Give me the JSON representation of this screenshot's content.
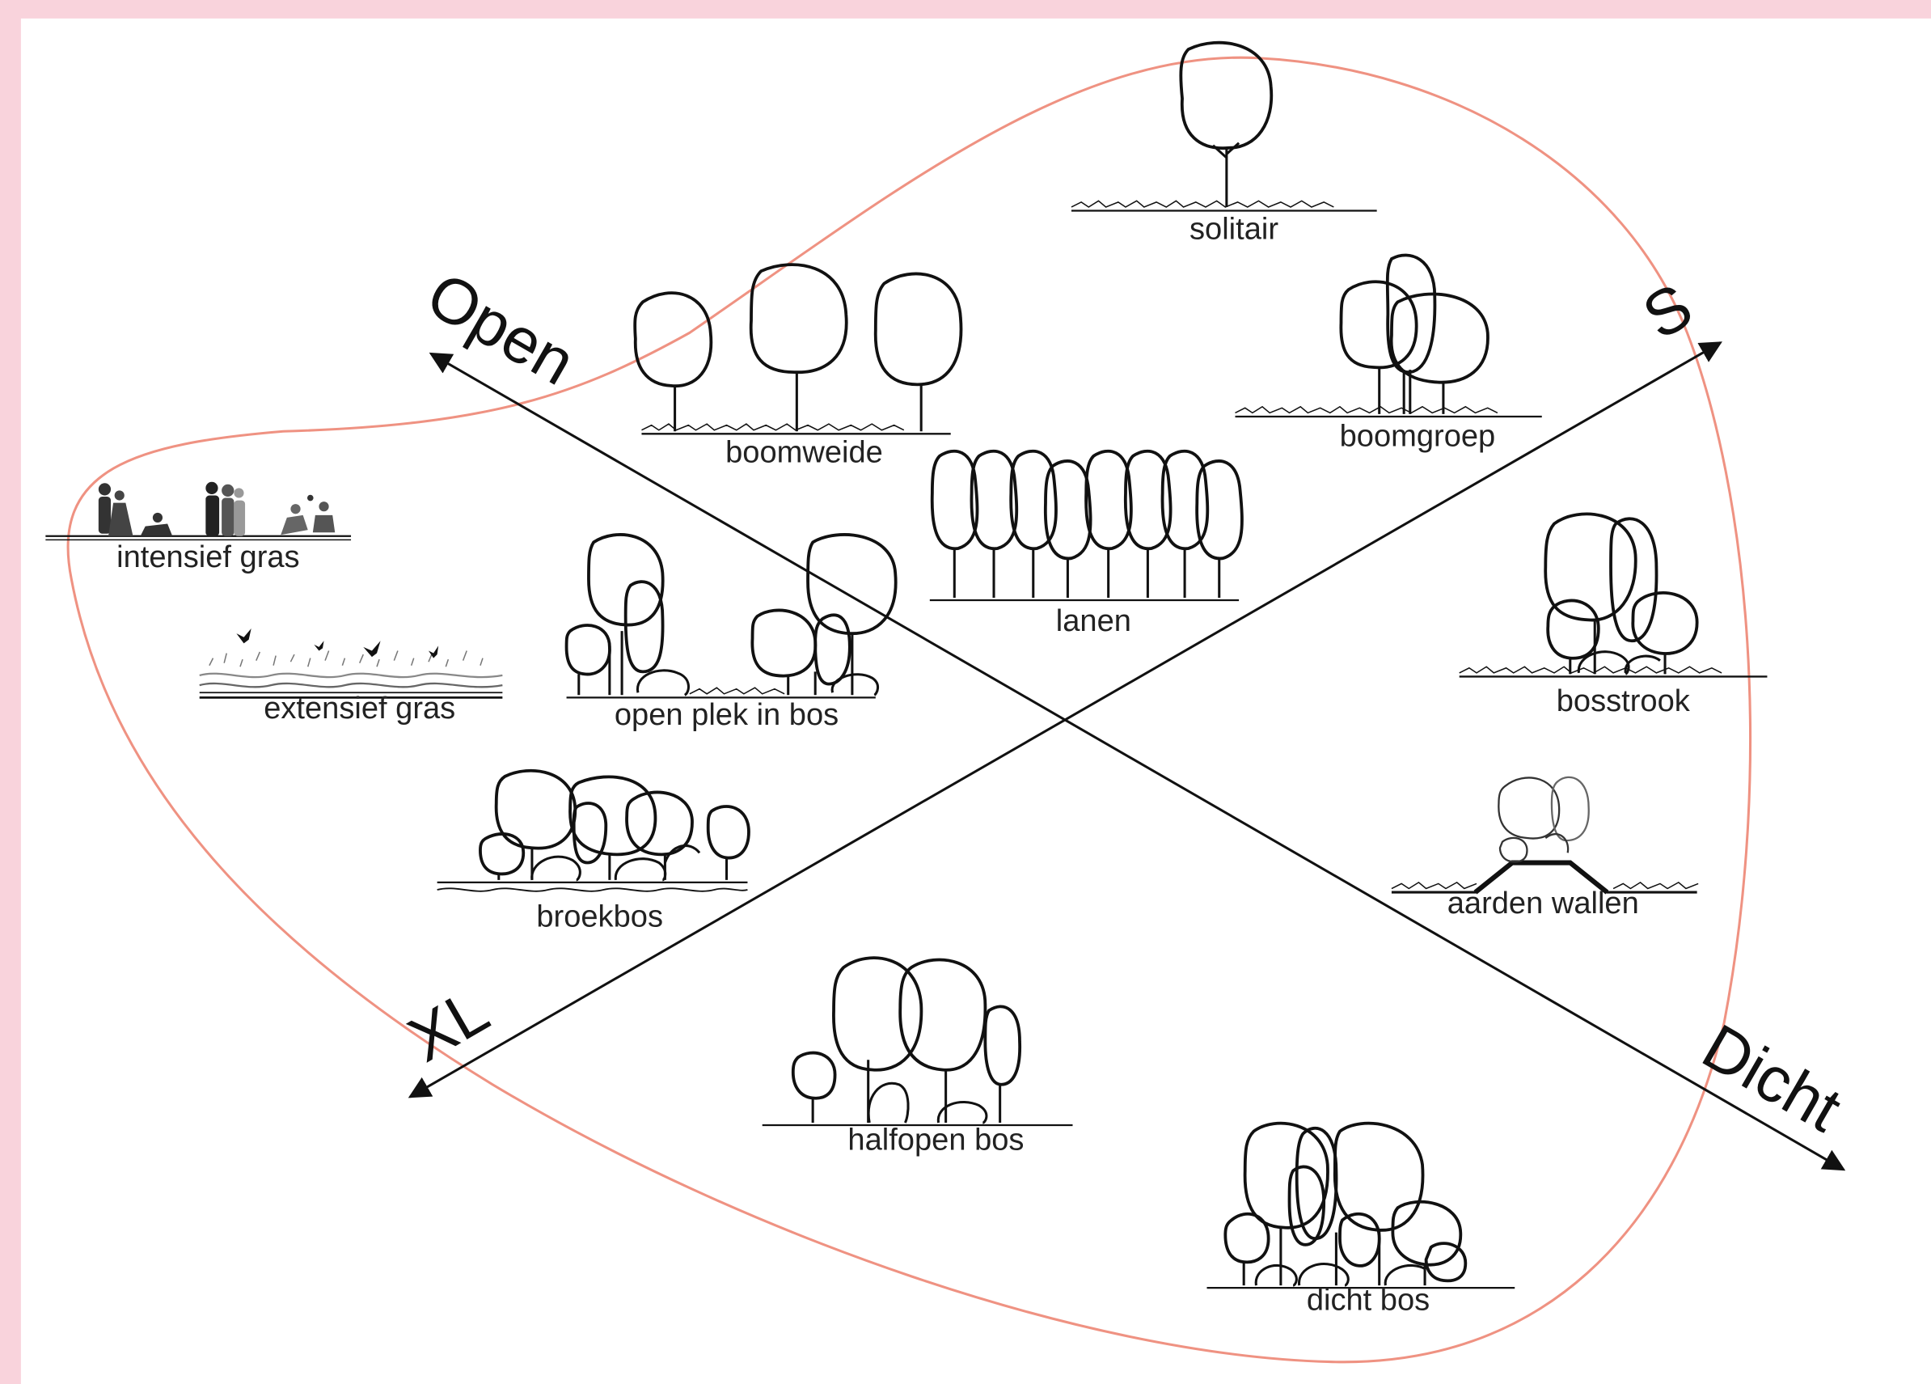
{
  "colors": {
    "frame": "#f9d3dc",
    "panel": "#ffffff",
    "boundary": "#ef9282",
    "ink": "#111111",
    "grey": "#8a8a8a"
  },
  "axes": {
    "open": "Open",
    "dicht": "Dicht",
    "s": "S",
    "xl": "XL"
  },
  "typologies": {
    "solitair": "solitair",
    "boomweide": "boomweide",
    "boomgroep": "boomgroep",
    "intensief_gras": "intensief gras",
    "lanen": "lanen",
    "open_plek_in_bos": "open plek in bos",
    "bosstrook": "bosstrook",
    "extensief_gras": "extensief gras",
    "broekbos": "broekbos",
    "aarden_wallen": "aarden wallen",
    "halfopen_bos": "halfopen bos",
    "dicht_bos": "dicht bos"
  }
}
